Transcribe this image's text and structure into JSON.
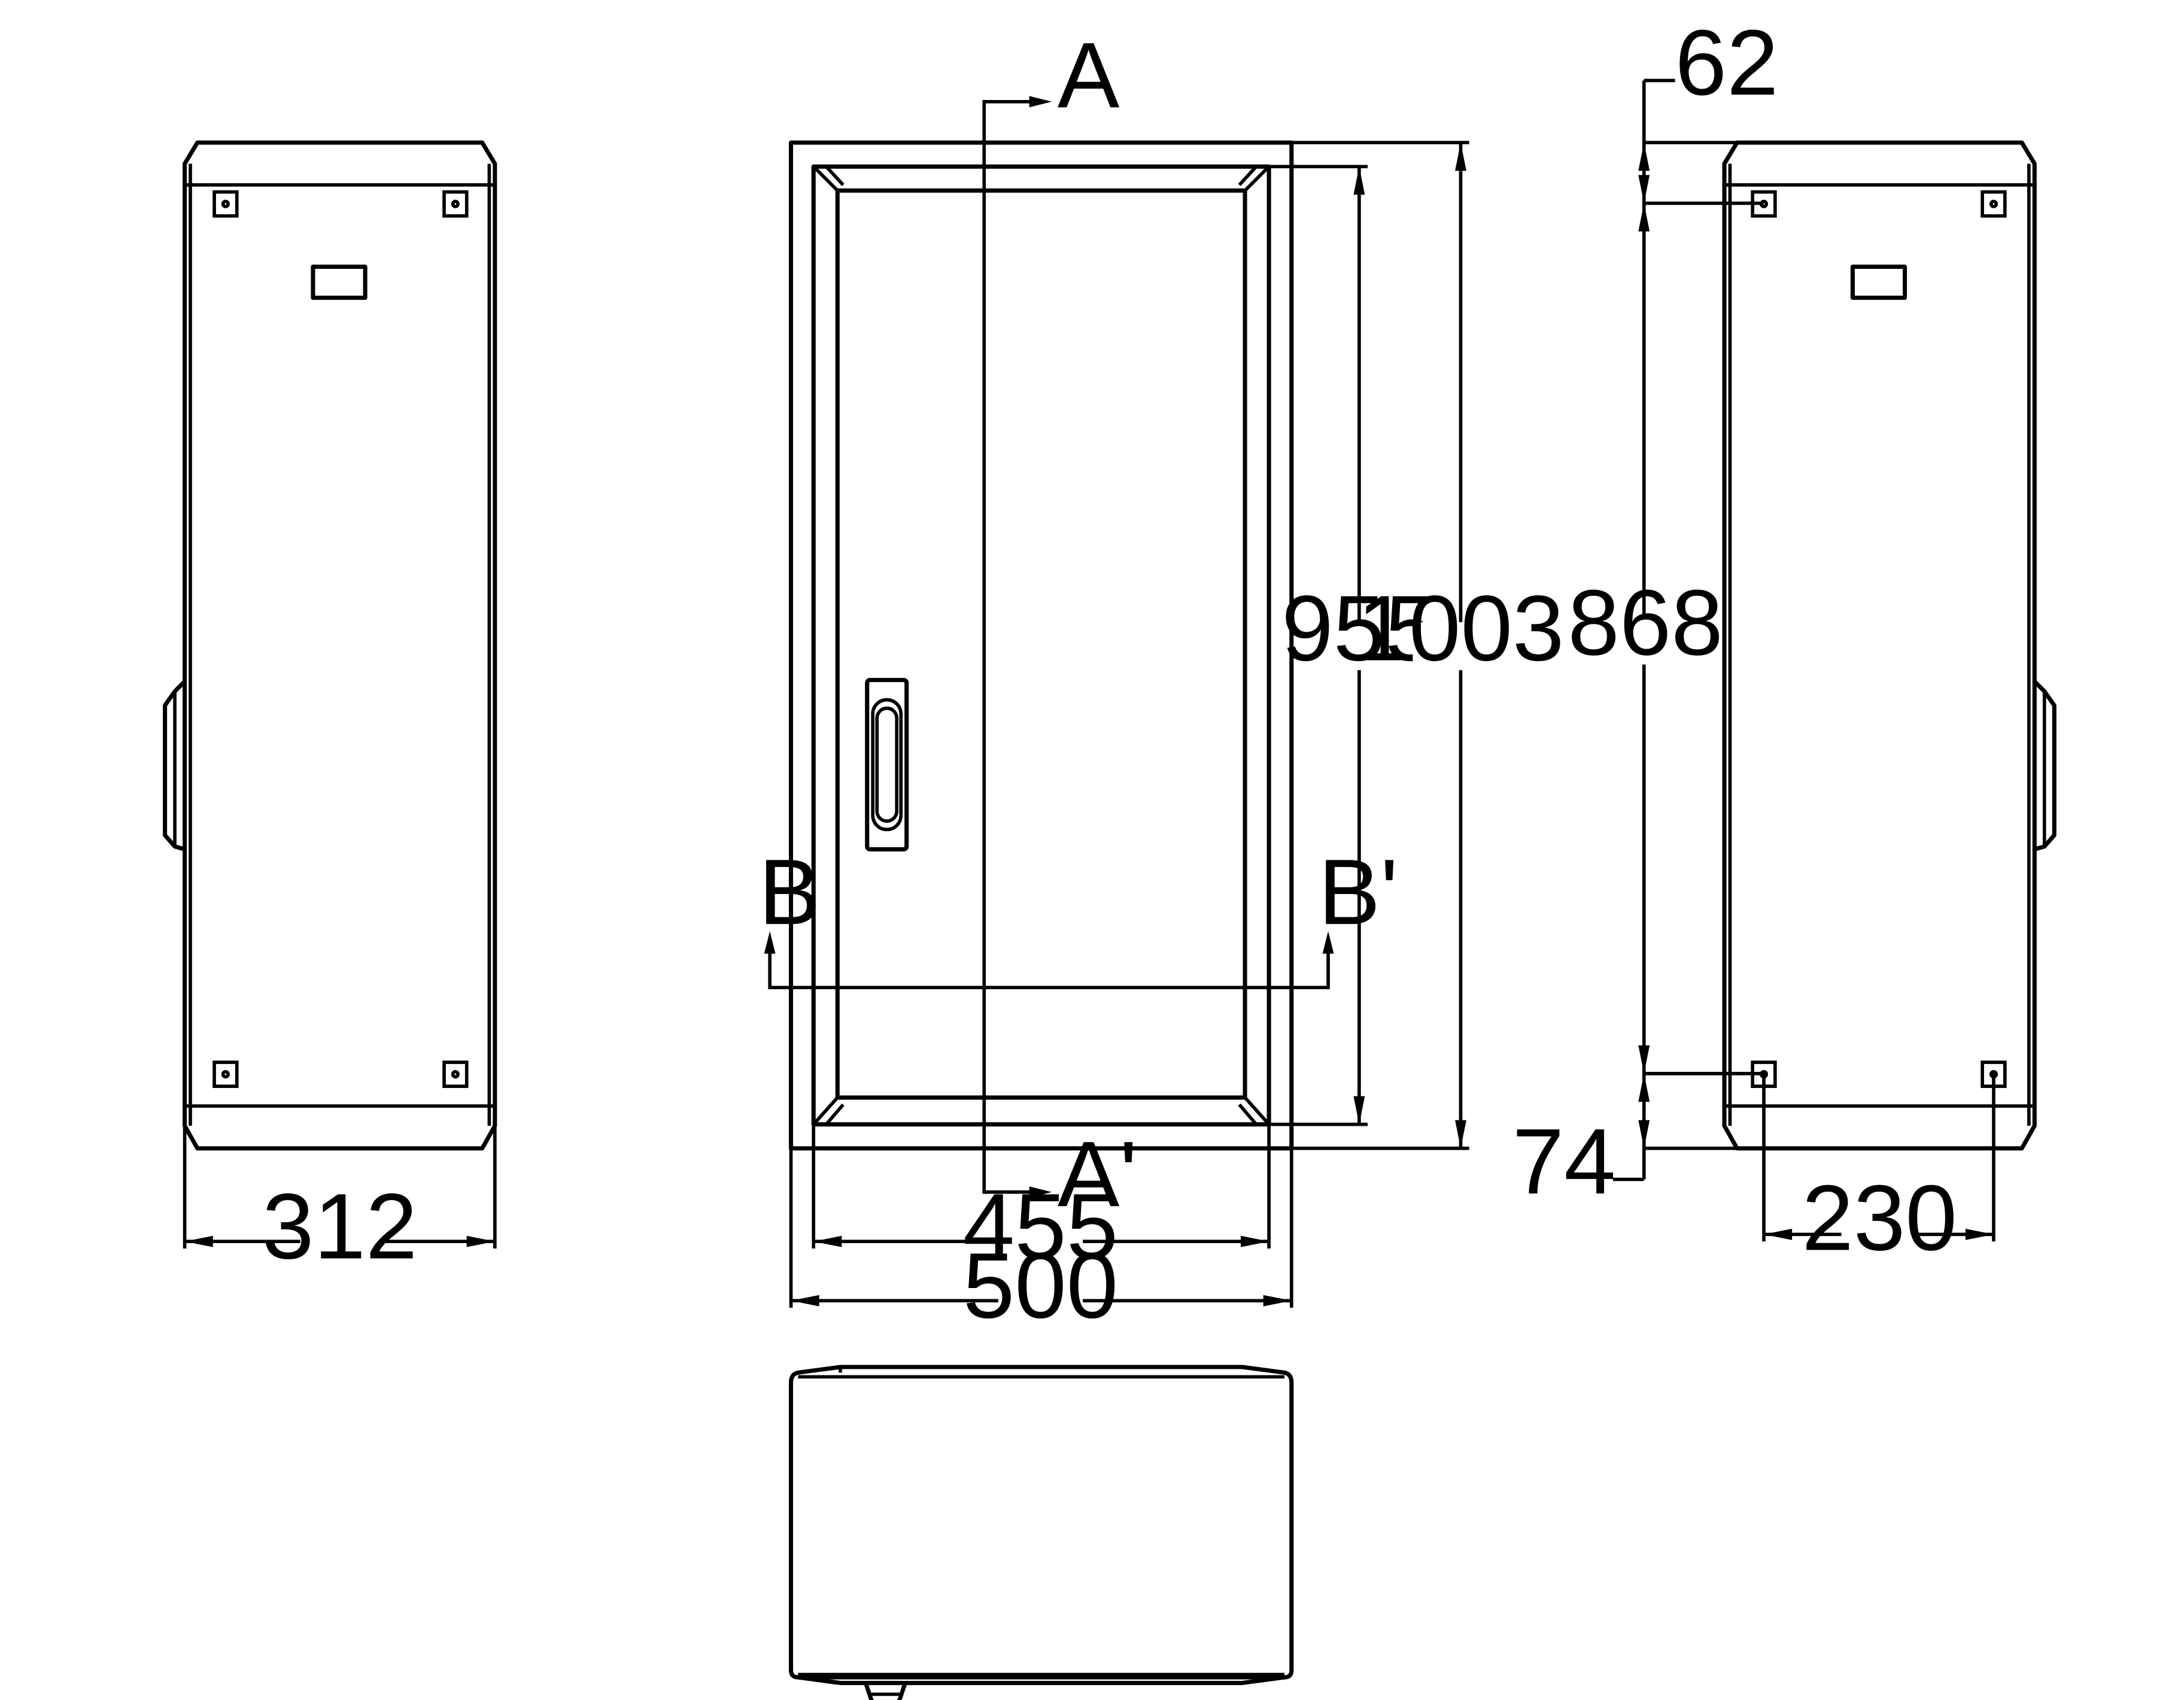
{
  "dimensions": {
    "left_width": "312",
    "inner_width": "455",
    "outer_width": "500",
    "inner_height": "955",
    "outer_height": "1003",
    "mount_top": "62",
    "mount_span": "868",
    "mount_bottom": "74",
    "mount_width": "230"
  },
  "section_labels": {
    "a": "A",
    "a_prime": "A'",
    "b": "B",
    "b_prime": "B'"
  }
}
